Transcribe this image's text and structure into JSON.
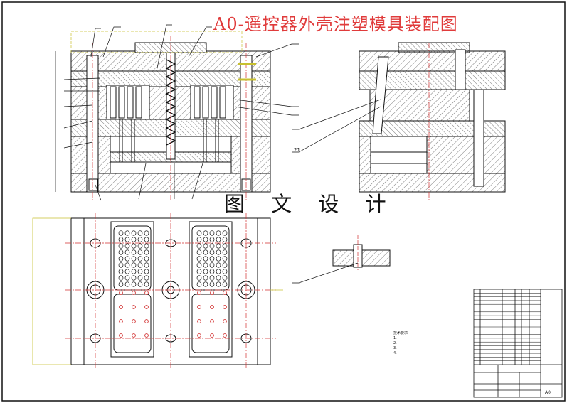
{
  "drawing": {
    "title": "A0-遥控器外壳注塑模具装配图",
    "design_stamp": "图 文 设 计",
    "balloon_21": "21",
    "notes": {
      "heading": "技术要求",
      "lines": [
        "1.",
        "2.",
        "3.",
        "4."
      ]
    },
    "title_block": {
      "sheet_size": "A0"
    }
  },
  "colors": {
    "title": "#e03b3b",
    "lines": "#111111",
    "centerline": "#d23030",
    "hidden": "#c8c030",
    "dimension": "#2e9e2e",
    "background": "#ffffff"
  }
}
